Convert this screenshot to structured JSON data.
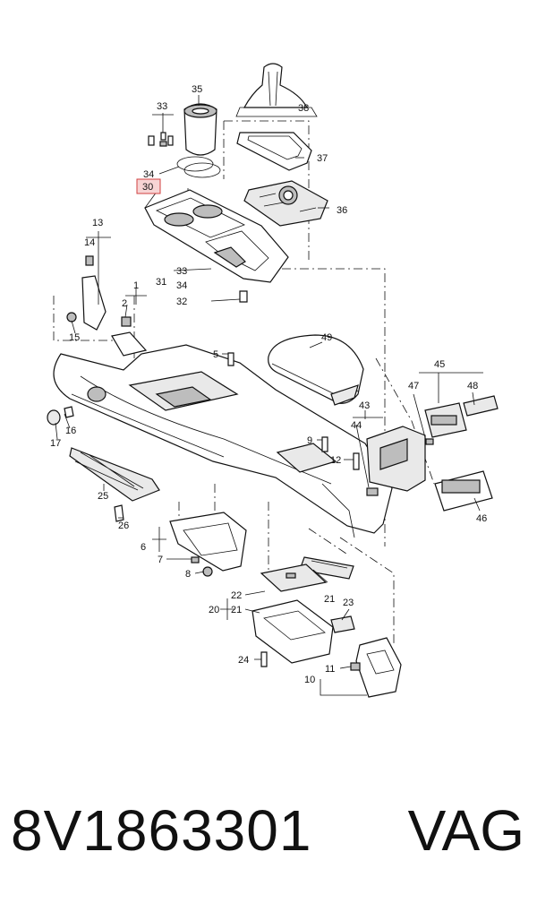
{
  "callouts": {
    "c1": "1",
    "c2": "2",
    "c5": "5",
    "c6": "6",
    "c7": "7",
    "c8": "8",
    "c9": "9",
    "c10": "10",
    "c11": "11",
    "c12": "12",
    "c13": "13",
    "c14": "14",
    "c15": "15",
    "c16": "16",
    "c17": "17",
    "c20": "20",
    "c21a": "21",
    "c21b": "21",
    "c22": "22",
    "c23": "23",
    "c24": "24",
    "c25": "25",
    "c26": "26",
    "c30": "30",
    "c31": "31",
    "c32": "32",
    "c33a": "33",
    "c33b": "33",
    "c34a": "34",
    "c34b": "34",
    "c35": "35",
    "c36": "36",
    "c37": "37",
    "c38": "38",
    "c43": "43",
    "c44": "44",
    "c45": "45",
    "c46": "46",
    "c47": "47",
    "c48": "48",
    "c49": "49"
  },
  "highlight_color": "#f7d4d4",
  "footer": {
    "part_number": "8V1863301",
    "brand": "VAG"
  }
}
